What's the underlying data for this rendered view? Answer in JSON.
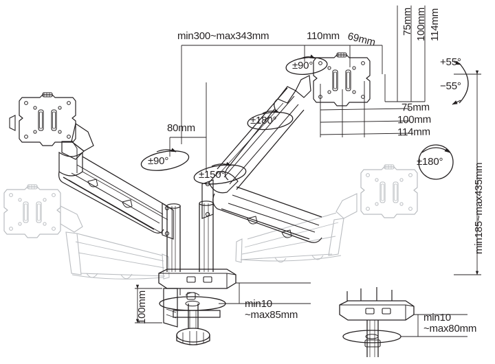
{
  "diagram": {
    "title": "Dual monitor gas-spring desk mount dimension drawing",
    "colors": {
      "line_dark": "#231f20",
      "line_ghost": "#b9bcc0",
      "text": "#231f20",
      "background": "#ffffff"
    }
  },
  "dimensions": {
    "top_span": "min300~max343mm",
    "top_segment_110": "110mm",
    "top_segment_69": "69mm",
    "vesa_top_75": "75mm",
    "vesa_top_100": "100mm",
    "vesa_top_114": "114mm",
    "vesa_side_75": "75mm",
    "vesa_side_100": "100mm",
    "vesa_side_114": "114mm",
    "column_offset": "80mm",
    "height_range": "min185~max435mm",
    "clamp_height": "100mm",
    "clamp_thickness_line1": "min10",
    "clamp_thickness_line2": "~max85mm",
    "grommet_thickness_line1": "min10",
    "grommet_thickness_line2": "~max80mm"
  },
  "angles": {
    "base_rotation": "±90°",
    "arm_swivel": "±150°",
    "elbow_swivel": "±180°",
    "head_rotation_left": "±90°",
    "head_rotation_right": "±180°",
    "tilt_up": "+55°",
    "tilt_down": "−55°"
  }
}
